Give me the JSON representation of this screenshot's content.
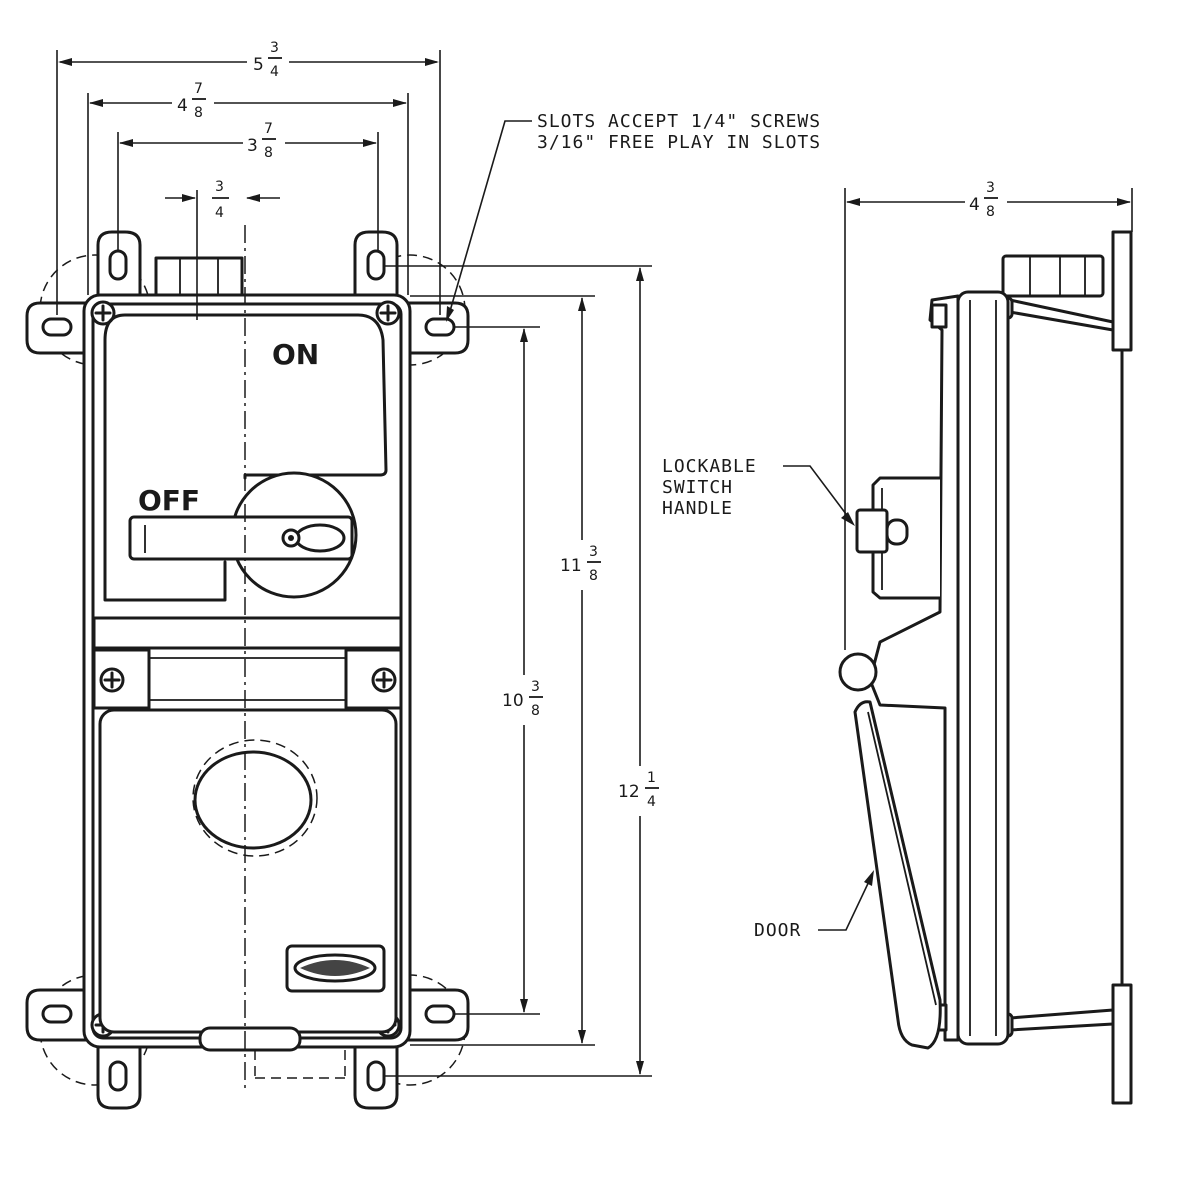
{
  "front_view": {
    "switch_on_label": "ON",
    "switch_off_label": "OFF"
  },
  "dimensions": {
    "overall_width": {
      "whole": "5",
      "num": "3",
      "den": "4"
    },
    "mount_width": {
      "whole": "4",
      "num": "7",
      "den": "8"
    },
    "inner_width": {
      "whole": "3",
      "num": "7",
      "den": "8"
    },
    "hub_width": {
      "whole": "",
      "num": "3",
      "den": "4"
    },
    "overall_height": {
      "whole": "12",
      "num": "1",
      "den": "4"
    },
    "mount_height": {
      "whole": "11",
      "num": "3",
      "den": "8"
    },
    "inner_height": {
      "whole": "10",
      "num": "3",
      "den": "8"
    },
    "depth": {
      "whole": "4",
      "num": "3",
      "den": "8"
    }
  },
  "notes": {
    "slots_line1": "SLOTS ACCEPT 1/4\" SCREWS",
    "slots_line2": "3/16\" FREE PLAY IN SLOTS"
  },
  "side_view": {
    "handle_line1": "LOCKABLE",
    "handle_line2": "SWITCH",
    "handle_line3": "HANDLE",
    "door_label": "DOOR"
  }
}
